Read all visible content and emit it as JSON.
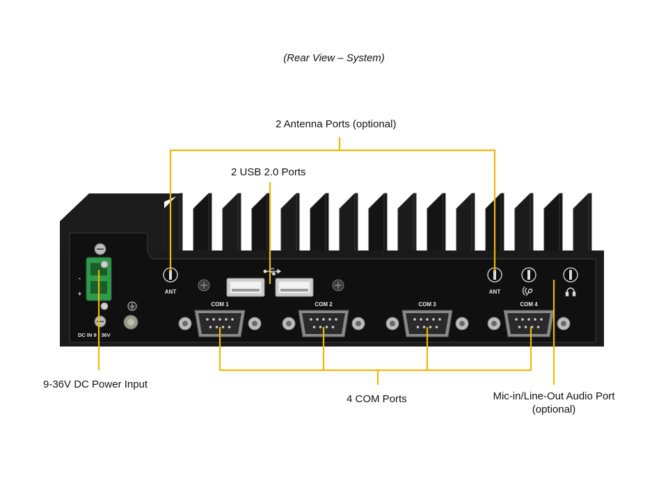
{
  "caption": "(Rear View – System)",
  "callouts": {
    "antenna": "2 Antenna Ports (optional)",
    "usb": "2 USB 2.0 Ports",
    "power": "9-36V DC Power Input",
    "com": "4 COM Ports",
    "audio_line1": "Mic-in/Line-Out Audio Port",
    "audio_line2": "(optional)"
  },
  "panel_labels": {
    "ant_left": "ANT",
    "ant_right": "ANT",
    "com1": "COM 1",
    "com2": "COM 2",
    "com3": "COM 3",
    "com4": "COM 4",
    "dc_in": "DC IN 9 - 36V",
    "minus": "-",
    "plus": "+"
  },
  "colors": {
    "leader_line": "#f2b705",
    "chassis": "#1c1c1c",
    "terminal_block": "#2e9a4a"
  },
  "icons": [
    "usb-icon",
    "ground-icon",
    "microphone-icon",
    "headphone-icon"
  ]
}
